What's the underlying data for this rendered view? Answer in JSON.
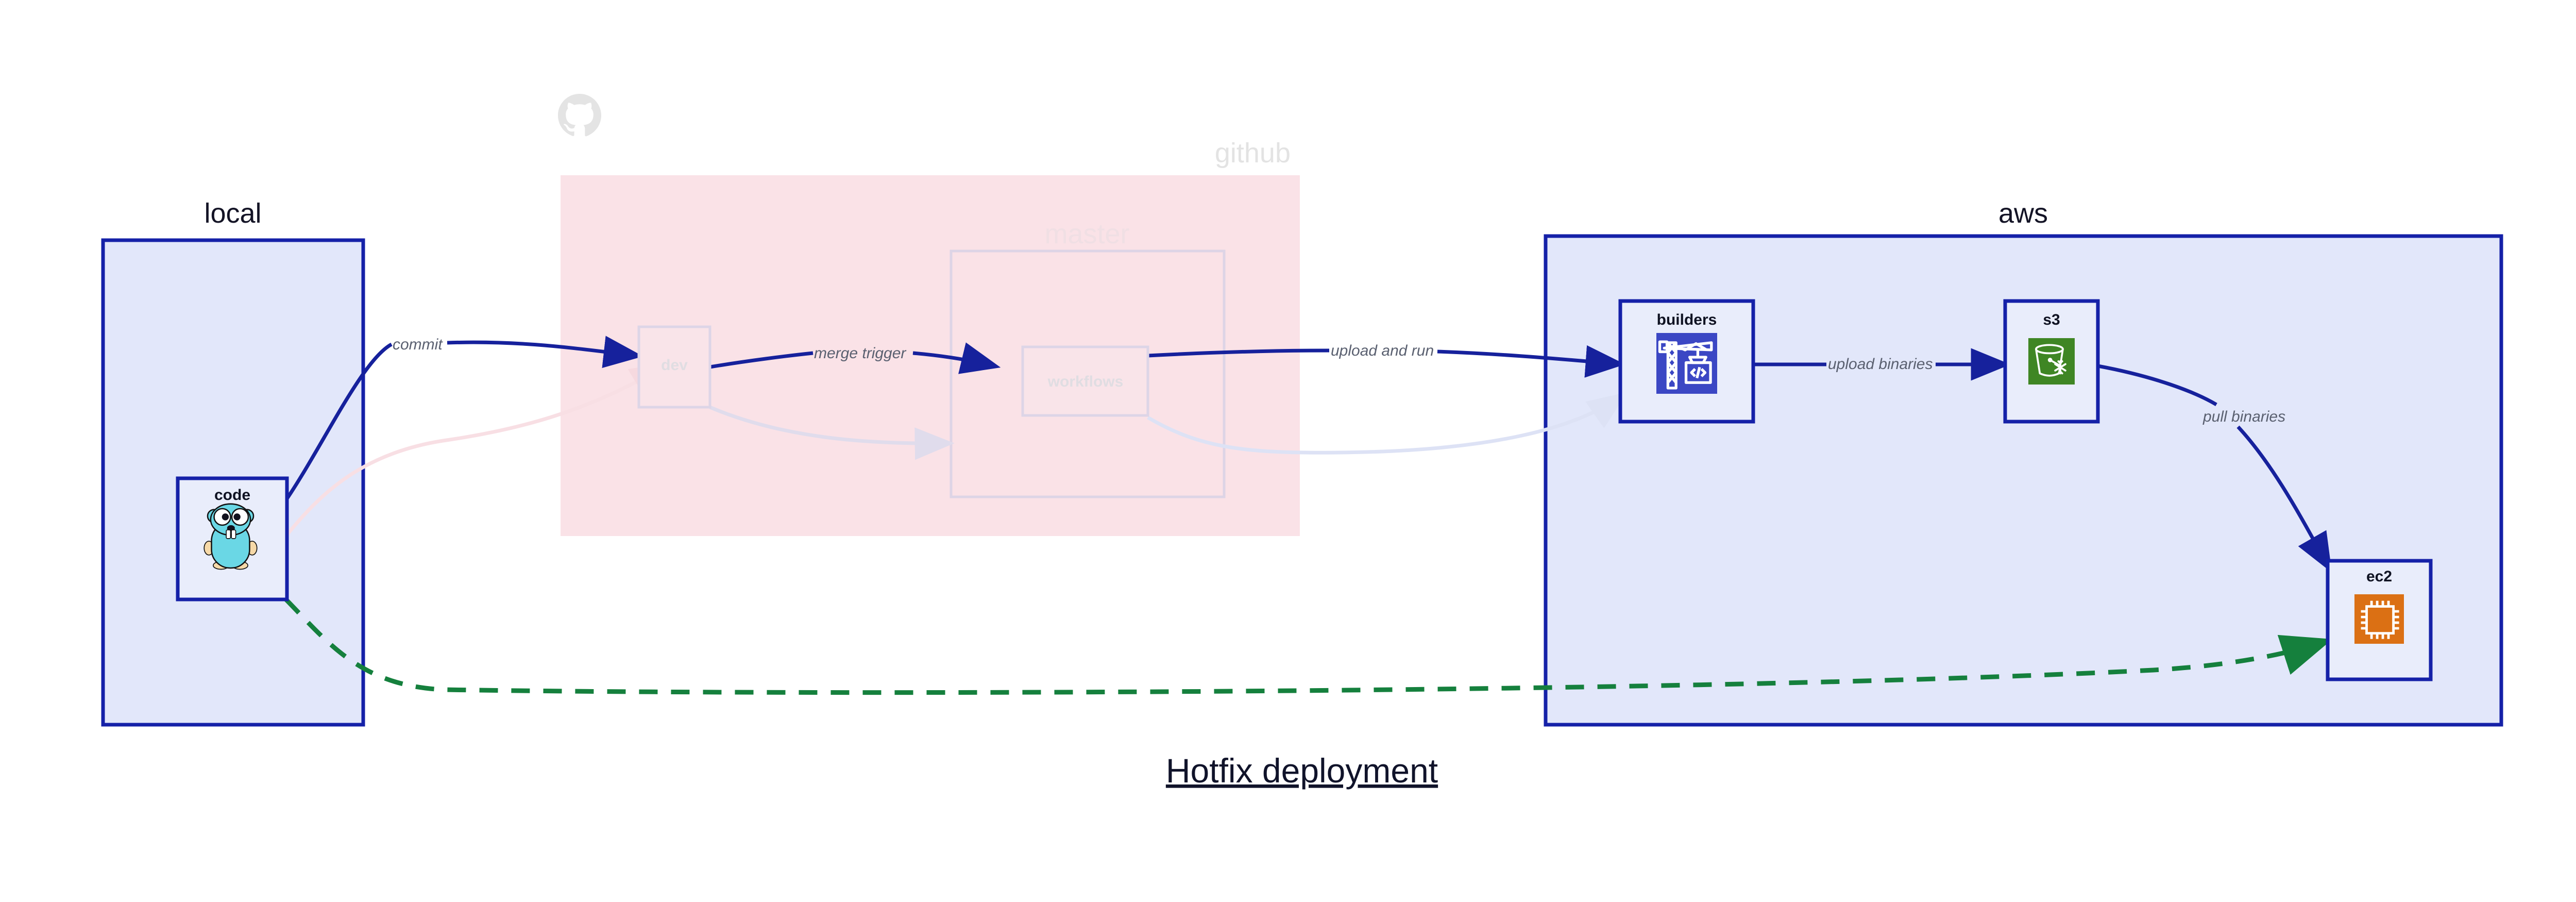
{
  "title": "Hotfix deployment",
  "clusters": [
    {
      "id": "local",
      "label": "local",
      "faded": false
    },
    {
      "id": "github",
      "label": "github",
      "faded": true
    },
    {
      "id": "master",
      "label": "master",
      "faded": true
    },
    {
      "id": "aws",
      "label": "aws",
      "faded": false
    }
  ],
  "nodes": [
    {
      "id": "code",
      "label": "code",
      "icon": "go-gopher-icon",
      "faded": false
    },
    {
      "id": "dev",
      "label": "dev",
      "icon": "none",
      "faded": true
    },
    {
      "id": "workflows",
      "label": "workflows",
      "icon": "none",
      "faded": true
    },
    {
      "id": "builders",
      "label": "builders",
      "icon": "aws-codebuild-crane-icon",
      "faded": false
    },
    {
      "id": "s3",
      "label": "s3",
      "icon": "aws-s3-glacier-bucket-icon",
      "faded": false
    },
    {
      "id": "ec2",
      "label": "ec2",
      "icon": "aws-ec2-chip-icon",
      "faded": false
    }
  ],
  "edges": [
    {
      "id": "commit",
      "label": "commit",
      "from": "code",
      "to": "dev",
      "style": "solid-blue"
    },
    {
      "id": "merge-trigger",
      "label": "merge trigger",
      "from": "dev",
      "to": "workflows",
      "style": "solid-blue"
    },
    {
      "id": "upload-and-run",
      "label": "upload and run",
      "from": "workflows",
      "to": "builders",
      "style": "solid-blue"
    },
    {
      "id": "upload-binaries",
      "label": "upload binaries",
      "from": "builders",
      "to": "s3",
      "style": "solid-blue"
    },
    {
      "id": "pull-binaries",
      "label": "pull binaries",
      "from": "s3",
      "to": "ec2",
      "style": "solid-blue"
    },
    {
      "id": "hotfix-direct",
      "label": "",
      "from": "code",
      "to": "ec2",
      "style": "dashed-green"
    }
  ],
  "colors": {
    "accent_blue": "#16219c",
    "cluster_blue_fill": "#e2e7fa",
    "cluster_pink_fill": "#fae2e7",
    "dashed_green": "#15803d",
    "codebuild_icon_bg": "#3b47c4",
    "s3_icon_bg": "#3f8624",
    "ec2_icon_bg": "#db7014",
    "gopher_body": "#6ad7e5",
    "edge_label_text": "#5a6070",
    "faded_text": "#e3e3e3"
  },
  "icon_names": {
    "github": "github-octocat-icon",
    "code": "go-gopher-icon",
    "builders": "aws-codebuild-crane-icon",
    "s3": "aws-s3-glacier-bucket-icon",
    "ec2": "aws-ec2-chip-icon"
  }
}
